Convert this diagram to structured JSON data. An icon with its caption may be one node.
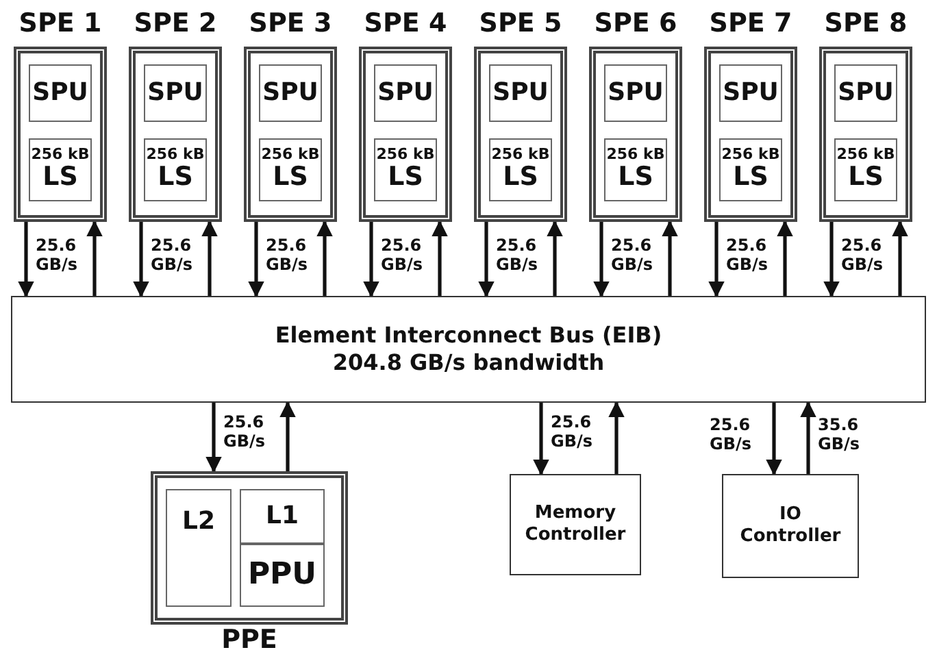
{
  "diagram": {
    "nodes": [
      {
        "text": [
          "SPE 1"
        ]
      },
      {
        "text": [
          "SPU"
        ],
        "in": 0
      },
      {
        "text": [
          "256 kB",
          "LS"
        ],
        "in": 0
      },
      {
        "text": [
          "SPE 2"
        ]
      },
      {
        "text": [
          "SPU"
        ],
        "in": 3
      },
      {
        "text": [
          "256 kB",
          "LS"
        ],
        "in": 3
      },
      {
        "text": [
          "SPE 3"
        ]
      },
      {
        "text": [
          "SPU"
        ],
        "in": 6
      },
      {
        "text": [
          "256 kB",
          "LS"
        ],
        "in": 6
      },
      {
        "text": [
          "SPE 4"
        ]
      },
      {
        "text": [
          "SPU"
        ],
        "in": 9
      },
      {
        "text": [
          "256 kB",
          "LS"
        ],
        "in": 9
      },
      {
        "text": [
          "SPE 5"
        ]
      },
      {
        "text": [
          "SPU"
        ],
        "in": 12
      },
      {
        "text": [
          "256 kB",
          "LS"
        ],
        "in": 12
      },
      {
        "text": [
          "SPE 6"
        ]
      },
      {
        "text": [
          "SPU"
        ],
        "in": 15
      },
      {
        "text": [
          "256 kB",
          "LS"
        ],
        "in": 15
      },
      {
        "text": [
          "SPE 7"
        ]
      },
      {
        "text": [
          "SPU"
        ],
        "in": 18
      },
      {
        "text": [
          "256 kB",
          "LS"
        ],
        "in": 18
      },
      {
        "text": [
          "SPE 8"
        ]
      },
      {
        "text": [
          "SPU"
        ],
        "in": 21
      },
      {
        "text": [
          "256 kB",
          "LS"
        ],
        "in": 21
      },
      {
        "text": [
          "Element Interconnect Bus (EIB)",
          "204.8 GB/s bandwidth"
        ]
      },
      {
        "text": [
          "PPE"
        ]
      },
      {
        "text": [
          "L2"
        ],
        "in": 25
      },
      {
        "text": [
          "L1"
        ],
        "in": 25
      },
      {
        "text": [
          "PPU"
        ],
        "in": 25
      },
      {
        "text": [
          "Memory Controller"
        ]
      },
      {
        "text": [
          "IO Controller"
        ]
      }
    ],
    "edges": [
      {
        "from": 0,
        "to": 24,
        "arrow": "to",
        "label": "25.6 GB/s"
      },
      {
        "from": 24,
        "to": 0,
        "arrow": "to"
      },
      {
        "from": 3,
        "to": 24,
        "arrow": "to",
        "label": "25.6 GB/s"
      },
      {
        "from": 24,
        "to": 3,
        "arrow": "to"
      },
      {
        "from": 6,
        "to": 24,
        "arrow": "to",
        "label": "25.6 GB/s"
      },
      {
        "from": 24,
        "to": 6,
        "arrow": "to"
      },
      {
        "from": 9,
        "to": 24,
        "arrow": "to",
        "label": "25.6 GB/s"
      },
      {
        "from": 24,
        "to": 9,
        "arrow": "to"
      },
      {
        "from": 12,
        "to": 24,
        "arrow": "to",
        "label": "25.6 GB/s"
      },
      {
        "from": 24,
        "to": 12,
        "arrow": "to"
      },
      {
        "from": 15,
        "to": 24,
        "arrow": "to",
        "label": "25.6 GB/s"
      },
      {
        "from": 24,
        "to": 15,
        "arrow": "to"
      },
      {
        "from": 18,
        "to": 24,
        "arrow": "to",
        "label": "25.6 GB/s"
      },
      {
        "from": 24,
        "to": 18,
        "arrow": "to"
      },
      {
        "from": 21,
        "to": 24,
        "arrow": "to",
        "label": "25.6 GB/s"
      },
      {
        "from": 24,
        "to": 21,
        "arrow": "to"
      },
      {
        "from": 24,
        "to": 25,
        "arrow": "to",
        "label": "25.6 GB/s"
      },
      {
        "from": 25,
        "to": 24,
        "arrow": "to"
      },
      {
        "from": 24,
        "to": 29,
        "arrow": "to",
        "label": "25.6 GB/s"
      },
      {
        "from": 29,
        "to": 24,
        "arrow": "to"
      },
      {
        "from": 24,
        "to": 30,
        "arrow": "to",
        "label": "25.6 GB/s"
      },
      {
        "from": 30,
        "to": 24,
        "arrow": "to",
        "label": "35.6 GB/s"
      }
    ]
  }
}
